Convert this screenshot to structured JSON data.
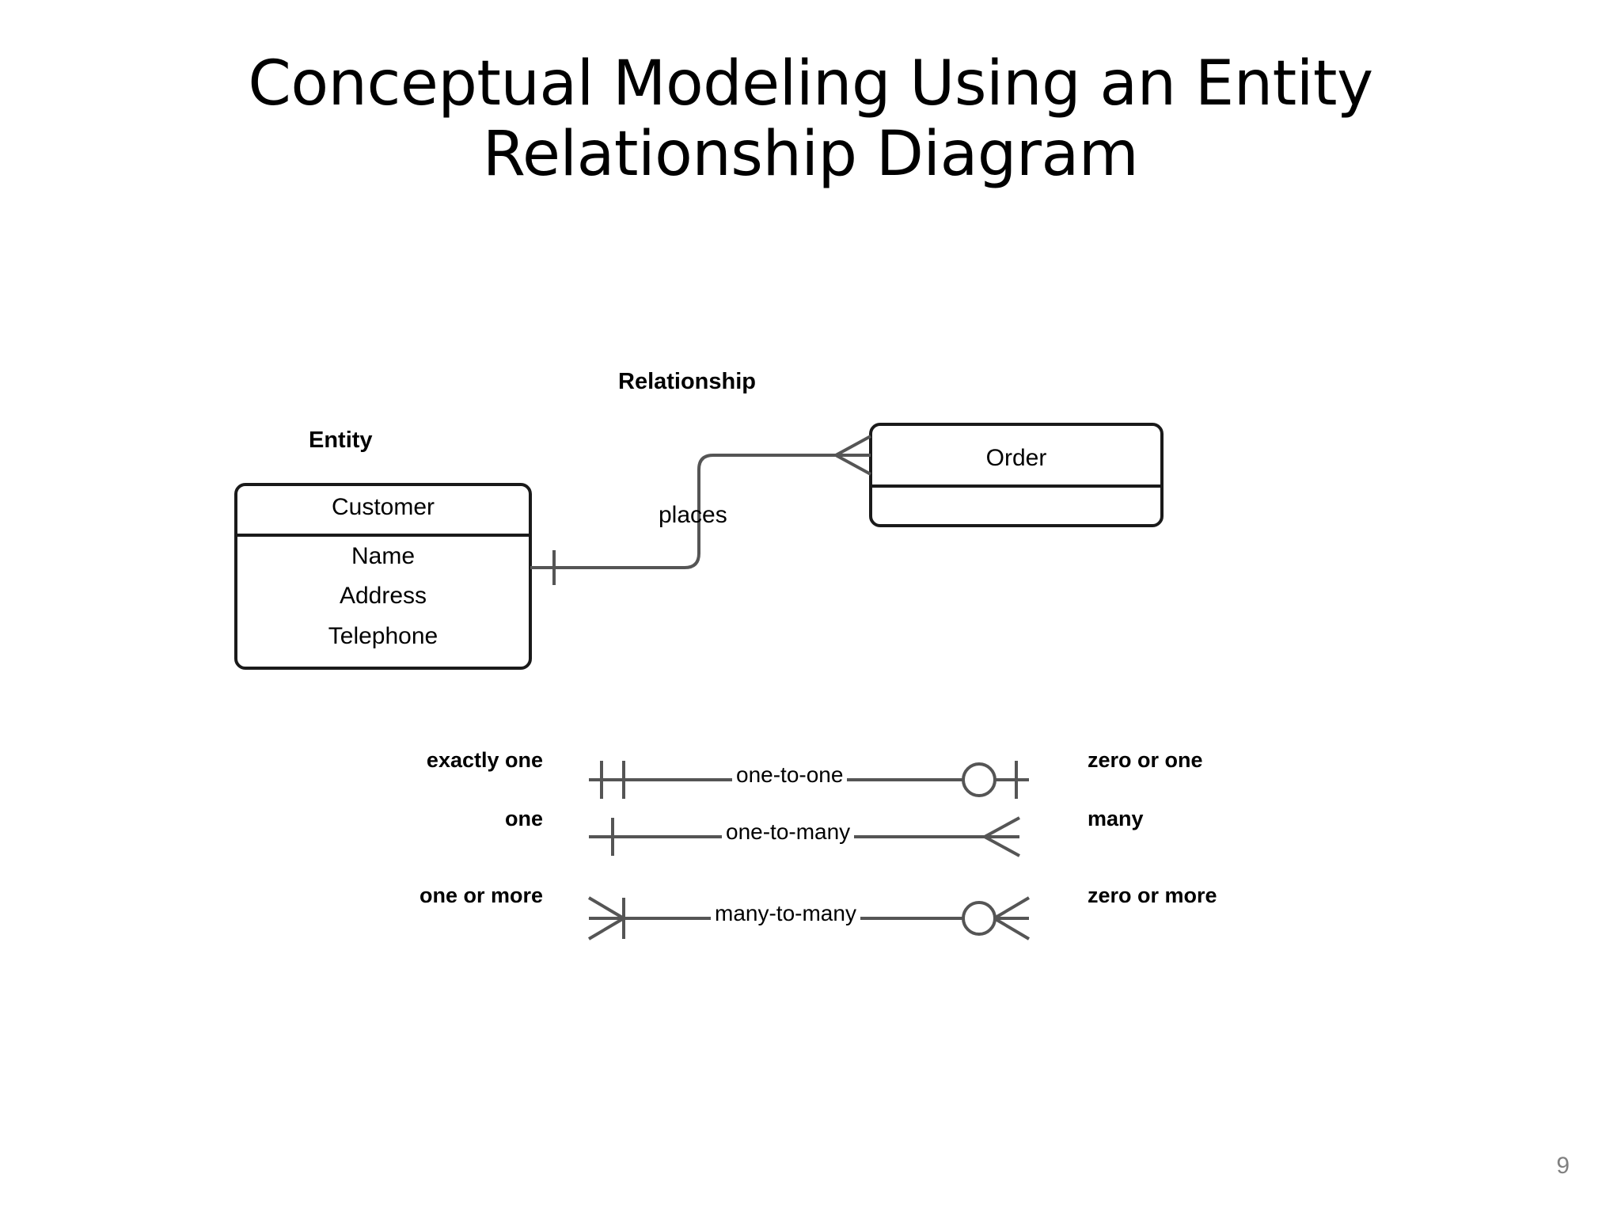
{
  "slide": {
    "title": "Conceptual Modeling Using an Entity Relationship Diagram",
    "title_line_1": "Conceptual Modeling Using an Entity",
    "title_line_2": "Relationship Diagram",
    "page_number": "9"
  },
  "diagram": {
    "annotation_entity": "Entity",
    "annotation_relationship": "Relationship",
    "relationship_label": "places",
    "entities": [
      {
        "name": "Customer",
        "attributes": [
          "Name",
          "Address",
          "Telephone"
        ]
      },
      {
        "name": "Order",
        "attributes": []
      }
    ]
  },
  "legend": {
    "rows": [
      {
        "left_label": "exactly one",
        "link_label": "one-to-one",
        "right_label": "zero or one",
        "left_symbol": "double-tick",
        "right_symbol": "circle-tick"
      },
      {
        "left_label": "one",
        "link_label": "one-to-many",
        "right_label": "many",
        "left_symbol": "single-tick",
        "right_symbol": "crowsfoot"
      },
      {
        "left_label": "one or more",
        "link_label": "many-to-many",
        "right_label": "zero or more",
        "left_symbol": "crowsfoot-tick",
        "right_symbol": "circle-crowsfoot"
      }
    ]
  },
  "colors": {
    "stroke": "#3c3c3c",
    "box_border": "#1a1a1a",
    "text": "#000000",
    "page_number": "#808080",
    "background": "#ffffff"
  }
}
